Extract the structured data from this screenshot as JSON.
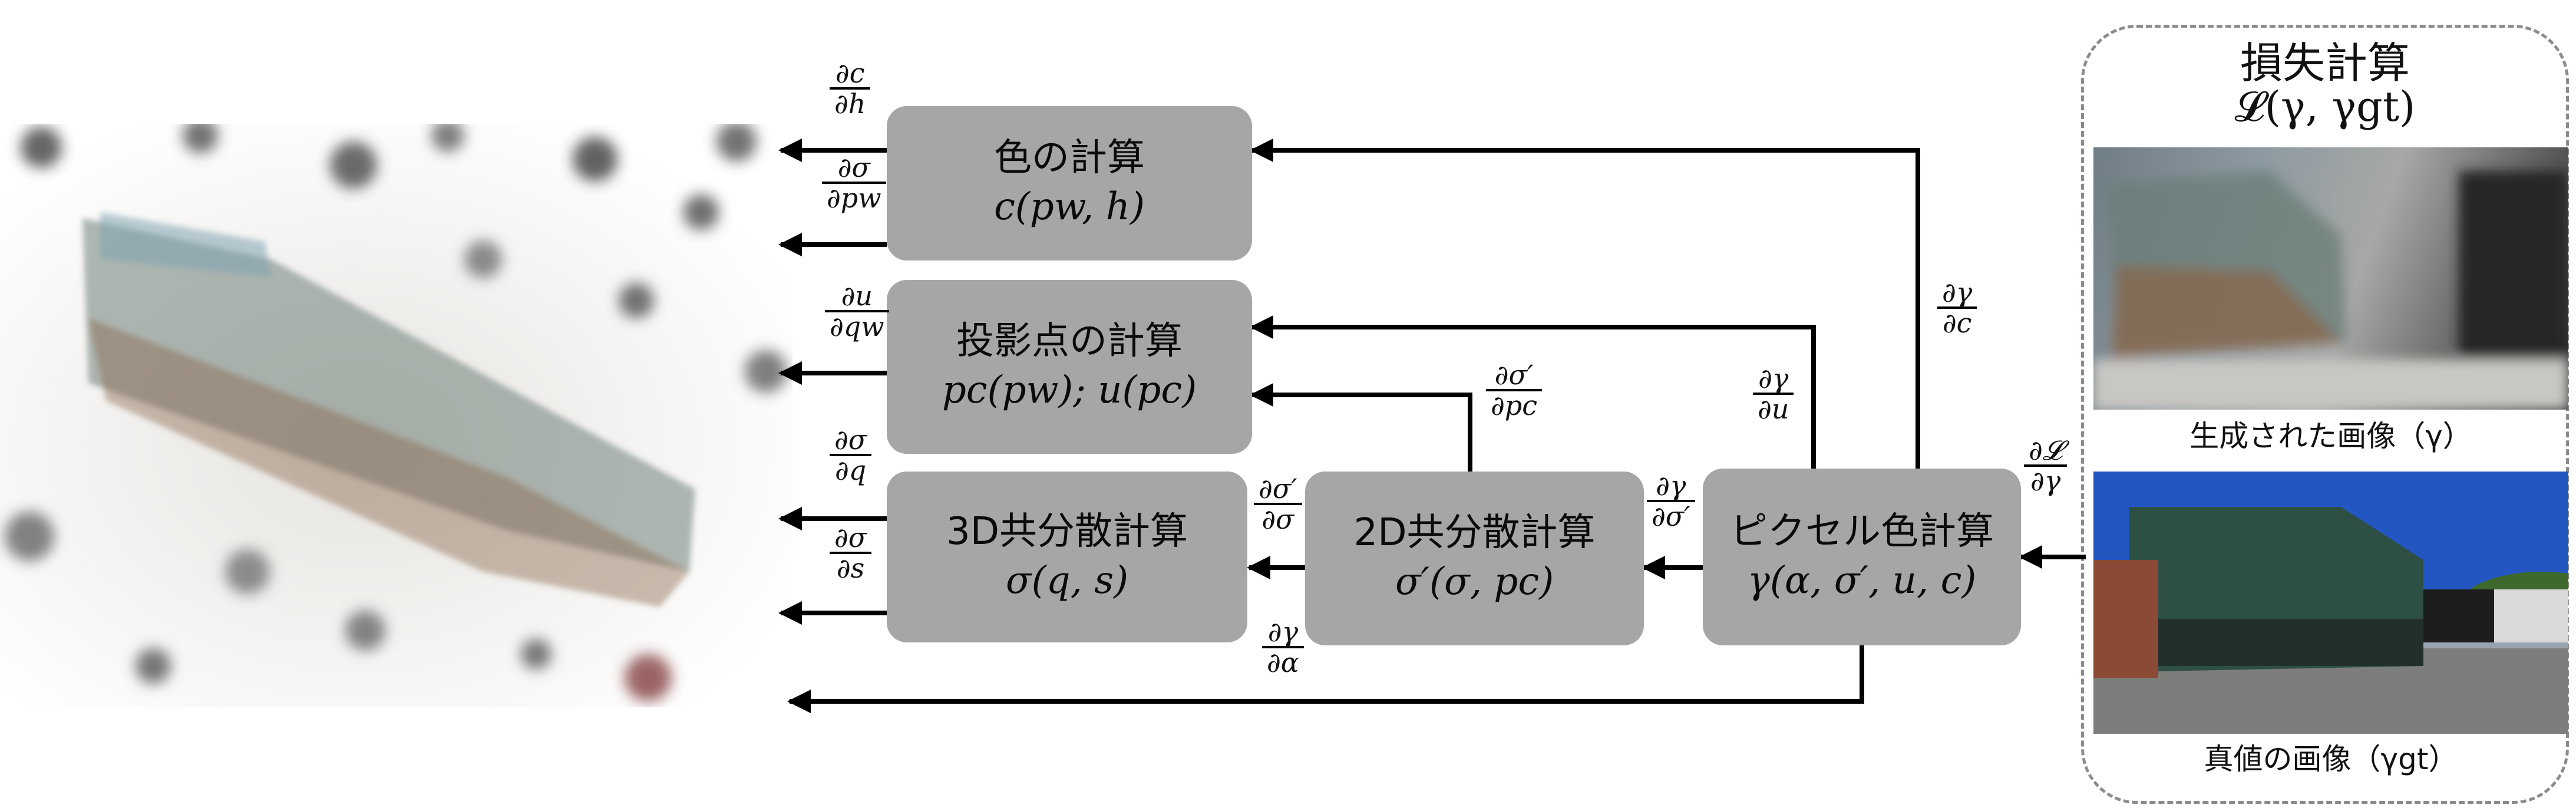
{
  "loss_panel": {
    "title": "損失計算",
    "formula": "𝓛(γ, γgt)",
    "generated_caption": "生成された画像（γ）",
    "ground_truth_caption": "真値の画像（γgt）"
  },
  "boxes": {
    "color": {
      "title": "色の計算",
      "formula": "c(pw, h)"
    },
    "projection": {
      "title": "投影点の計算",
      "formula": "pc(pw); u(pc)"
    },
    "cov3d": {
      "title": "3D共分散計算",
      "formula": "σ(q, s)"
    },
    "cov2d": {
      "title": "2D共分散計算",
      "formula": "σ′(σ, pc)"
    },
    "pixel": {
      "title": "ピクセル色計算",
      "formula": "γ(α, σ′, u, c)"
    }
  },
  "gradients": {
    "dc_dh": {
      "num": "∂c",
      "den": "∂h"
    },
    "dsigma_dpw": {
      "num": "∂σ",
      "den": "∂pw"
    },
    "du_dqw": {
      "num": "∂u",
      "den": "∂qw"
    },
    "dsigma_dq": {
      "num": "∂σ",
      "den": "∂q"
    },
    "dsigma_ds": {
      "num": "∂σ",
      "den": "∂s"
    },
    "dsigmap_dsigma": {
      "num": "∂σ′",
      "den": "∂σ"
    },
    "dgamma_dalpha": {
      "num": "∂γ",
      "den": "∂α"
    },
    "dsigmap_dpc": {
      "num": "∂σ′",
      "den": "∂pc"
    },
    "dgamma_dsigmap": {
      "num": "∂γ",
      "den": "∂σ′"
    },
    "dgamma_du": {
      "num": "∂γ",
      "den": "∂u"
    },
    "dgamma_dc": {
      "num": "∂γ",
      "den": "∂c"
    },
    "dL_dgamma": {
      "num": "∂𝓛",
      "den": "∂γ"
    }
  }
}
